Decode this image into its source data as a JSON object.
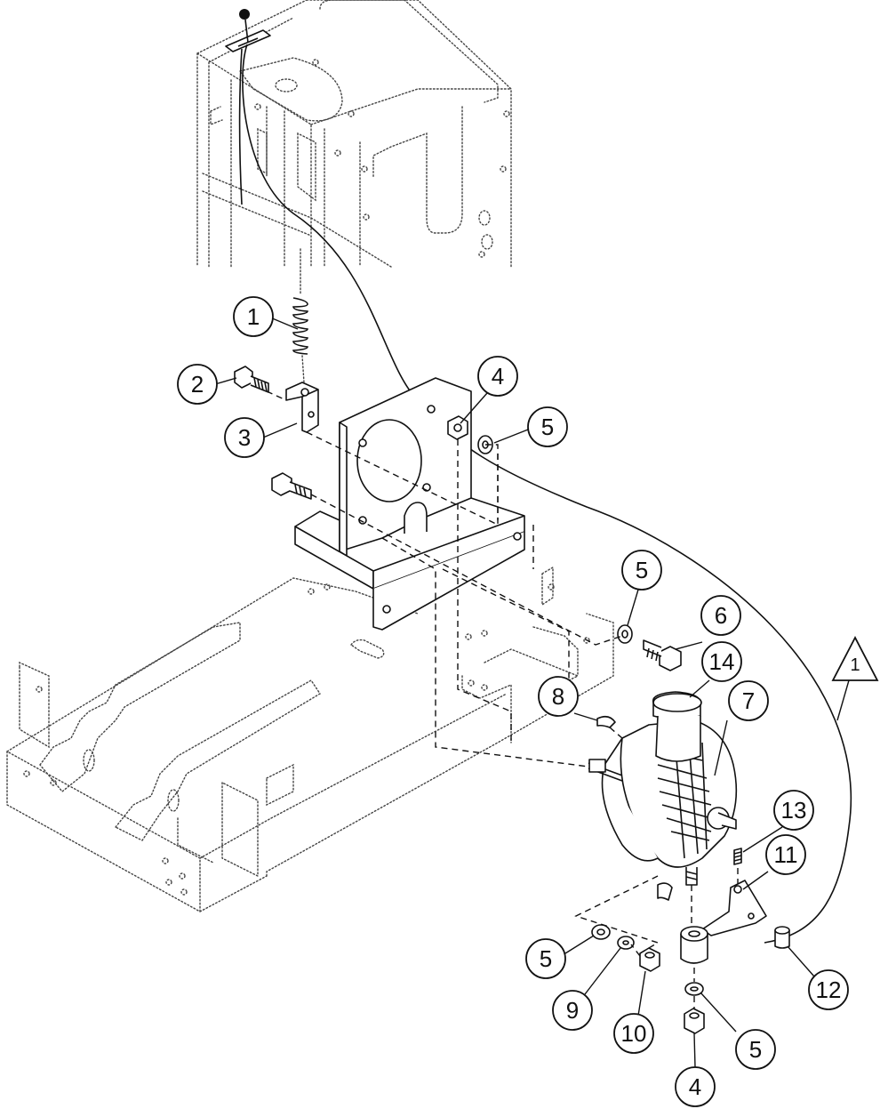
{
  "callouts": [
    {
      "label": "1"
    },
    {
      "label": "2"
    },
    {
      "label": "3"
    },
    {
      "label": "4"
    },
    {
      "label": "5"
    },
    {
      "label": "5"
    },
    {
      "label": "6"
    },
    {
      "label": "14"
    },
    {
      "label": "7"
    },
    {
      "label": "8"
    },
    {
      "label": "13"
    },
    {
      "label": "11"
    },
    {
      "label": "12"
    },
    {
      "label": "5"
    },
    {
      "label": "9"
    },
    {
      "label": "10"
    },
    {
      "label": "5"
    },
    {
      "label": "4"
    }
  ],
  "note_flag": {
    "label": "1"
  }
}
